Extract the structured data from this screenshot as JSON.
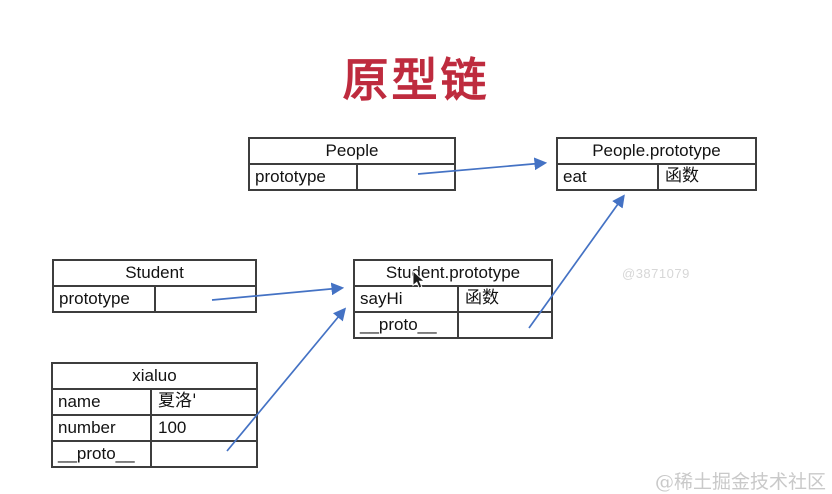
{
  "title": "原型链",
  "colors": {
    "title_red": "#be2b3e",
    "arrow_blue": "#4472c4",
    "table_border": "#3d3d3d",
    "watermark_gray": "#d0d0d0"
  },
  "tables": {
    "people": {
      "title": "People",
      "rows": [
        {
          "key": "prototype",
          "value": ""
        }
      ]
    },
    "people_prototype": {
      "title": "People.prototype",
      "rows": [
        {
          "key": "eat",
          "value": "函数"
        }
      ]
    },
    "student": {
      "title": "Student",
      "rows": [
        {
          "key": "prototype",
          "value": ""
        }
      ]
    },
    "student_prototype": {
      "title": "Student.prototype",
      "rows": [
        {
          "key": "sayHi",
          "value": "函数"
        },
        {
          "key": "__proto__",
          "value": ""
        }
      ]
    },
    "xialuo": {
      "title": "xialuo",
      "rows": [
        {
          "key": "name",
          "value": "夏洛'"
        },
        {
          "key": "number",
          "value": "100"
        },
        {
          "key": "__proto__",
          "value": ""
        }
      ]
    }
  },
  "arrows": [
    {
      "name": "people-prototype-cell-to-people-prototype-table"
    },
    {
      "name": "student-prototype-cell-to-student-prototype-table"
    },
    {
      "name": "xialuo-proto-to-student-prototype-table"
    },
    {
      "name": "student-prototype-proto-to-people-prototype-table"
    }
  ],
  "watermarks": {
    "center": "@3871079",
    "bottom_right": "@稀土掘金技术社区"
  }
}
